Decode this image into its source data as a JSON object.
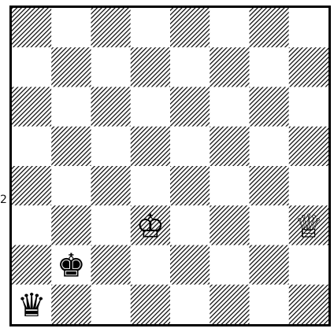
{
  "board": {
    "files": 8,
    "ranks": 8,
    "light_square_color": "#ffffff",
    "dark_square_color": "#000000",
    "dark_square_style": "diagonal hatching",
    "pieces": [
      {
        "piece": "king",
        "color": "white",
        "square": "d3",
        "glyph": "♔"
      },
      {
        "piece": "queen",
        "color": "white",
        "square": "h3",
        "glyph": "♕"
      },
      {
        "piece": "king",
        "color": "black",
        "square": "b2",
        "glyph": "♚"
      },
      {
        "piece": "queen",
        "color": "black",
        "square": "a1",
        "glyph": "♛"
      }
    ]
  },
  "edge_mark": "2"
}
